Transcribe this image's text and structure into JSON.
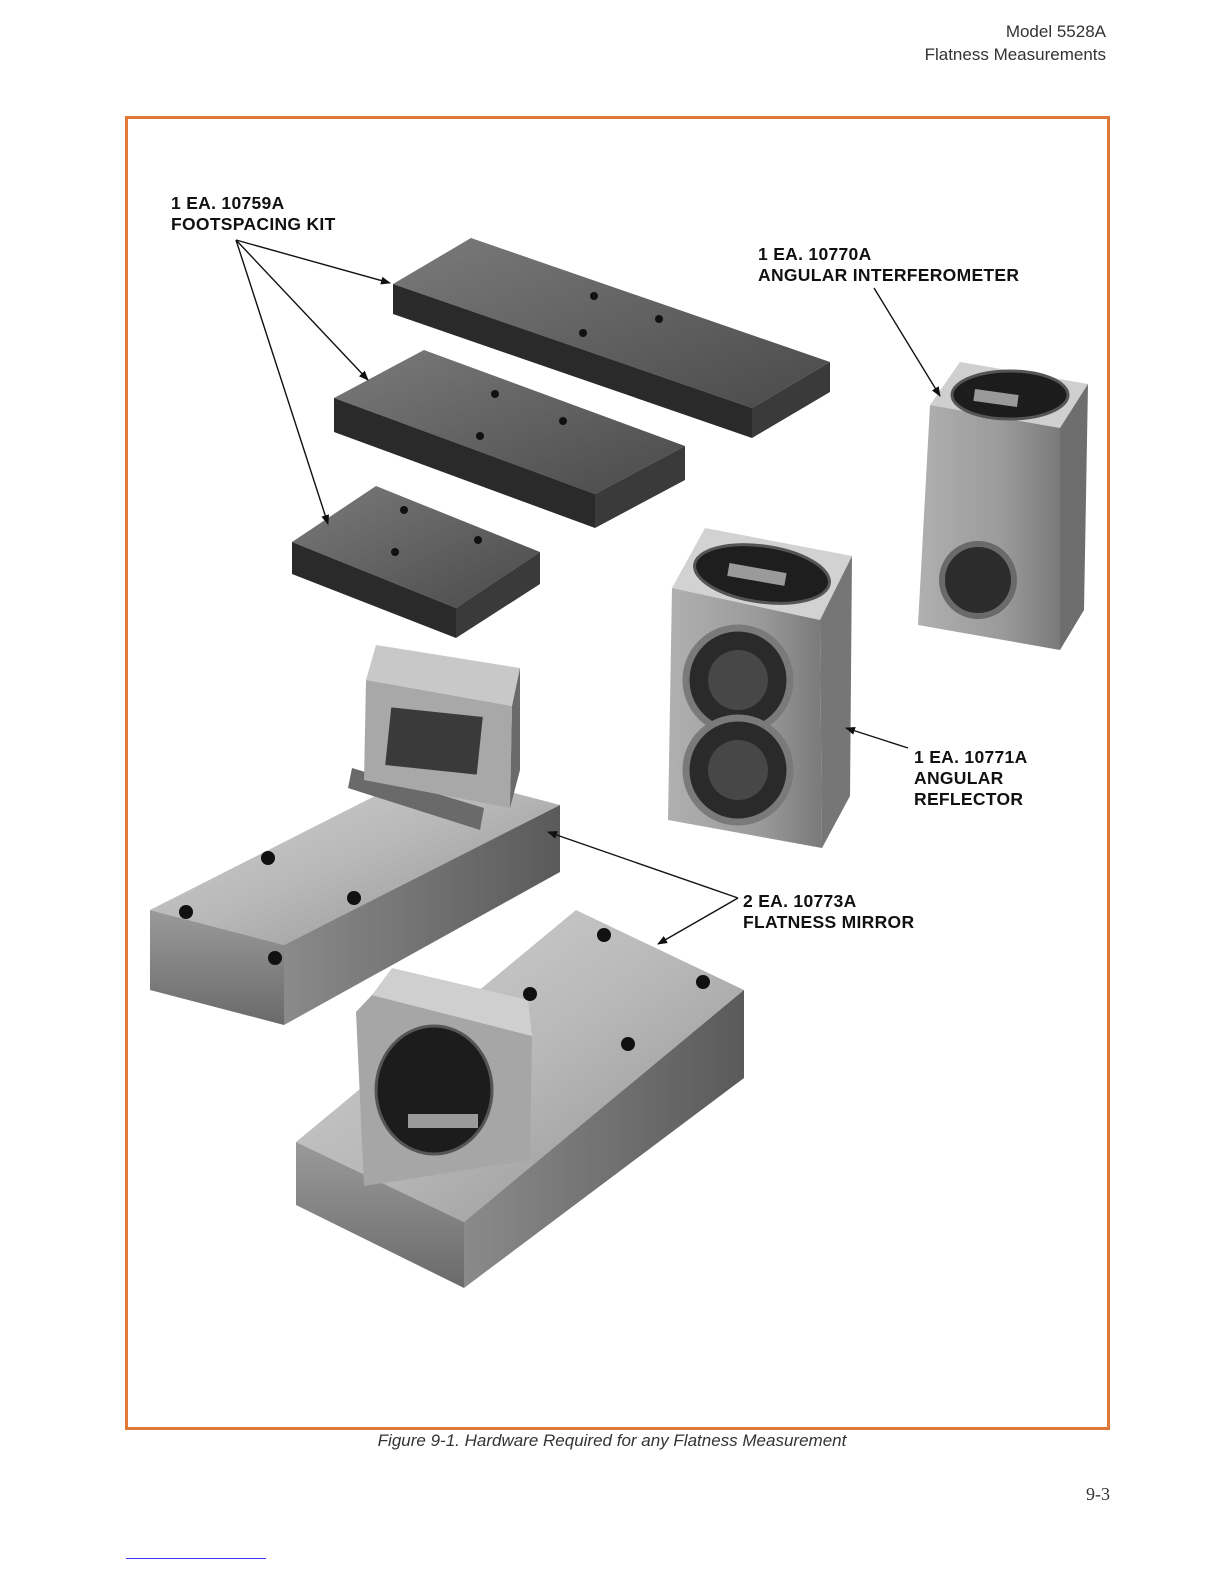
{
  "header": {
    "model": "Model 5528A",
    "section": "Flatness Measurements"
  },
  "figure": {
    "labels": {
      "footspacing_qty": "1 EA. 10759A",
      "footspacing_name": "FOOTSPACING KIT",
      "interferometer_qty": "1 EA. 10770A",
      "interferometer_name": "ANGULAR INTERFEROMETER",
      "reflector_qty": "1 EA. 10771A",
      "reflector_name1": "ANGULAR",
      "reflector_name2": "REFLECTOR",
      "mirror_qty": "2 EA. 10773A",
      "mirror_name": "FLATNESS MIRROR"
    },
    "caption": "Figure 9-1. Hardware Required for any Flatness Measurement"
  },
  "page_number": "9-3"
}
